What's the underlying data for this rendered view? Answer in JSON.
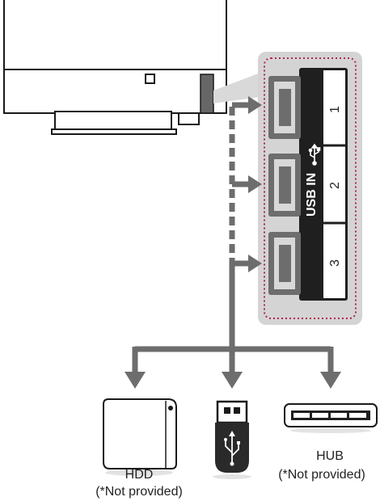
{
  "usb_panel": {
    "title": "USB IN",
    "usb_symbol": "usb-symbol-icon",
    "ports": [
      "1",
      "2",
      "3"
    ]
  },
  "devices": {
    "hdd": {
      "label": "HDD",
      "note": "(*Not provided)",
      "icon": "hdd-icon"
    },
    "usb_stick": {
      "icon": "usb-flash-drive-icon"
    },
    "hub": {
      "label": "HUB",
      "note": "(*Not provided)",
      "icon": "usb-hub-icon"
    }
  },
  "colors": {
    "connector": "#6d6d6d",
    "panel_background": "#d4d4d4",
    "panel_outline": "#b5254f",
    "port_strip": "#1f1f1f",
    "tv_outline": "#1a1a1a"
  }
}
